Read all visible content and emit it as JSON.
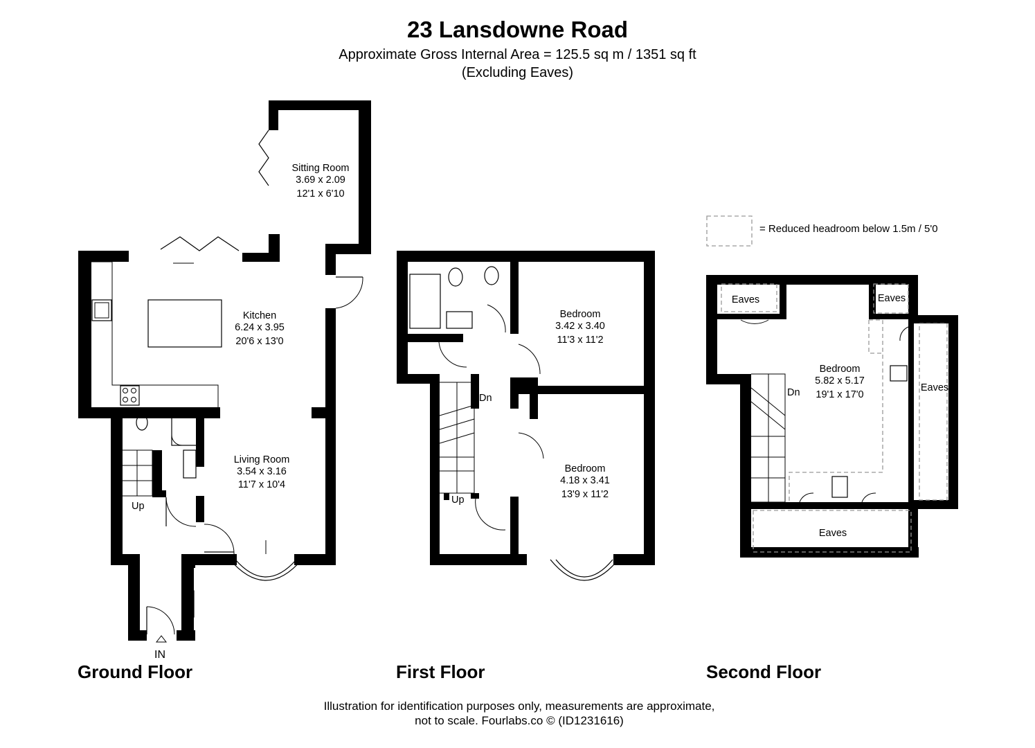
{
  "header": {
    "title": "23 Lansdowne Road",
    "subtitle": "Approximate Gross Internal Area = 125.5 sq m / 1351 sq ft",
    "subtitle2": "(Excluding Eaves)"
  },
  "legend": {
    "text": "= Reduced headroom below 1.5m / 5'0"
  },
  "floors": {
    "ground": {
      "name": "Ground Floor",
      "sitting": {
        "name": "Sitting Room",
        "metric": "3.69 x 2.09",
        "imperial": "12'1 x 6'10"
      },
      "kitchen": {
        "name": "Kitchen",
        "metric": "6.24 x 3.95",
        "imperial": "20'6 x 13'0"
      },
      "living": {
        "name": "Living Room",
        "metric": "3.54 x 3.16",
        "imperial": "11'7 x 10'4"
      },
      "stairs_label": "Up",
      "entrance_label": "IN"
    },
    "first": {
      "name": "First Floor",
      "bedroom1": {
        "name": "Bedroom",
        "metric": "3.42 x 3.40",
        "imperial": "11'3 x 11'2"
      },
      "bedroom2": {
        "name": "Bedroom",
        "metric": "4.18 x 3.41",
        "imperial": "13'9 x 11'2"
      },
      "stairs_down": "Dn",
      "stairs_up": "Up"
    },
    "second": {
      "name": "Second Floor",
      "bedroom": {
        "name": "Bedroom",
        "metric": "5.82 x 5.17",
        "imperial": "19'1 x 17'0"
      },
      "eaves_label": "Eaves",
      "stairs_down": "Dn"
    }
  },
  "footer": {
    "line1": "Illustration for identification purposes only, measurements are approximate,",
    "line2": "not to scale. Fourlabs.co © (ID1231616)"
  }
}
